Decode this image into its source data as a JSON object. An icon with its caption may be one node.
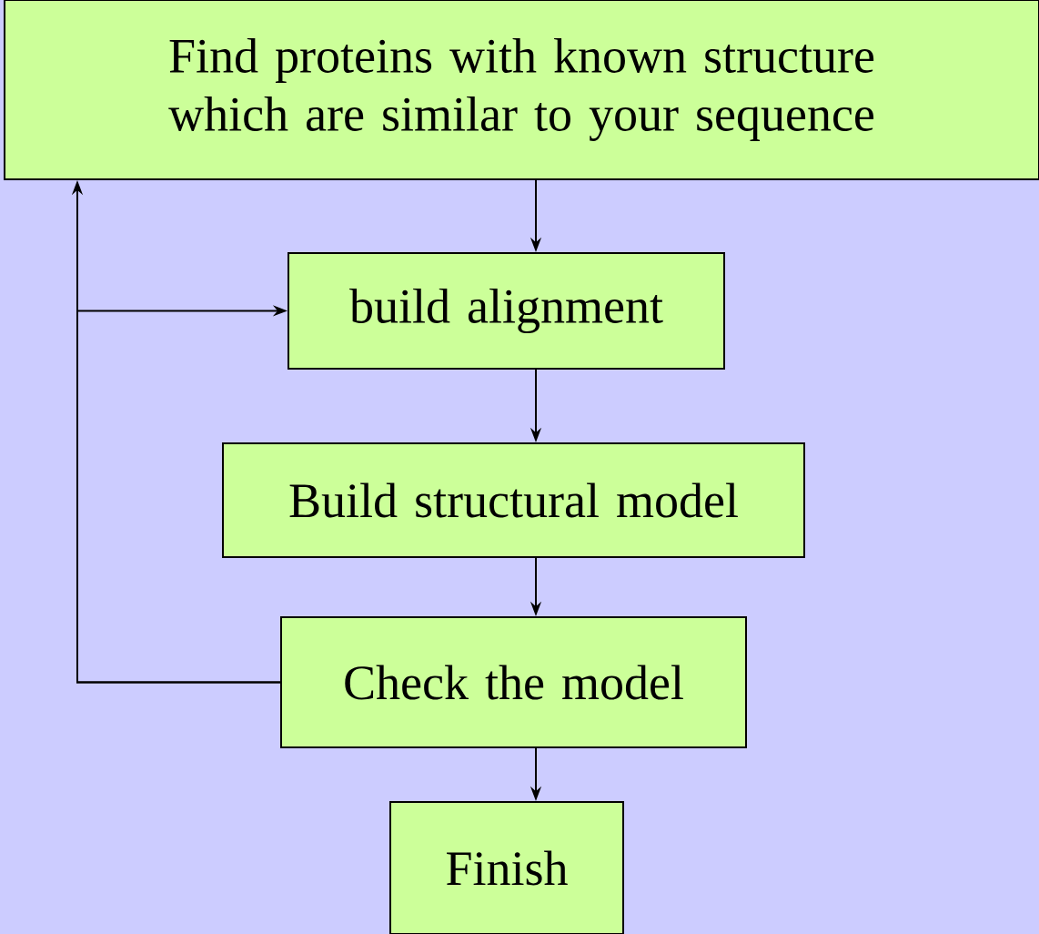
{
  "diagram": {
    "nodes": [
      {
        "text": [
          "Find proteins with known structure which are similar to your sequence"
        ]
      },
      {
        "text": [
          "build alignment"
        ]
      },
      {
        "text": [
          "Build structural model"
        ]
      },
      {
        "text": [
          "Check the model"
        ]
      },
      {
        "text": [
          "Finish"
        ]
      }
    ],
    "edges": [
      {
        "from": 0,
        "to": 1,
        "arrow": "to"
      },
      {
        "from": 1,
        "to": 2,
        "arrow": "to"
      },
      {
        "from": 2,
        "to": 3,
        "arrow": "to"
      },
      {
        "from": 3,
        "to": 4,
        "arrow": "to"
      },
      {
        "from": 3,
        "to": 0,
        "arrow": "to"
      },
      {
        "from": 3,
        "to": 1,
        "arrow": "to"
      }
    ]
  }
}
